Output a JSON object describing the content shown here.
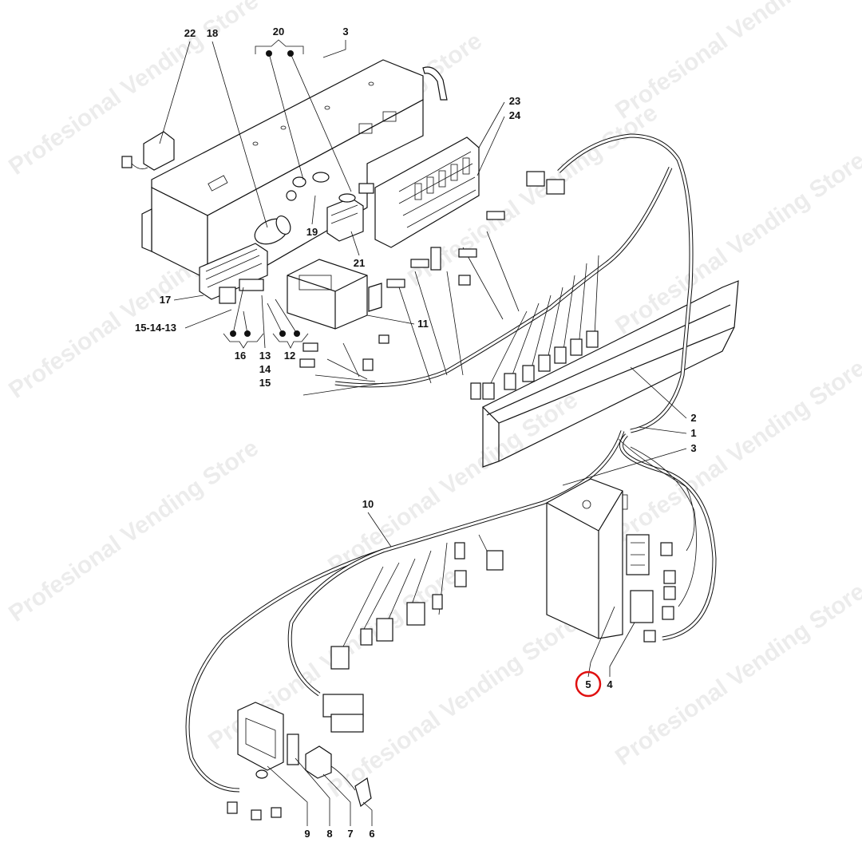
{
  "watermark": "Profesional Vending Store",
  "highlight_color": "#e01010",
  "highlighted_part": "5",
  "labels": {
    "p22": "22",
    "p18": "18",
    "p20": "20",
    "p3a": "3",
    "p23": "23",
    "p24": "24",
    "p17": "17",
    "p151413": "15-14-13",
    "p16": "16",
    "p13": "13",
    "p14": "14",
    "p15": "15",
    "p12": "12",
    "p11": "11",
    "p19": "19",
    "p21": "21",
    "p2": "2",
    "p1": "1",
    "p3b": "3",
    "p10": "10",
    "p5": "5",
    "p4": "4",
    "p9": "9",
    "p8": "8",
    "p7": "7",
    "p6": "6"
  }
}
